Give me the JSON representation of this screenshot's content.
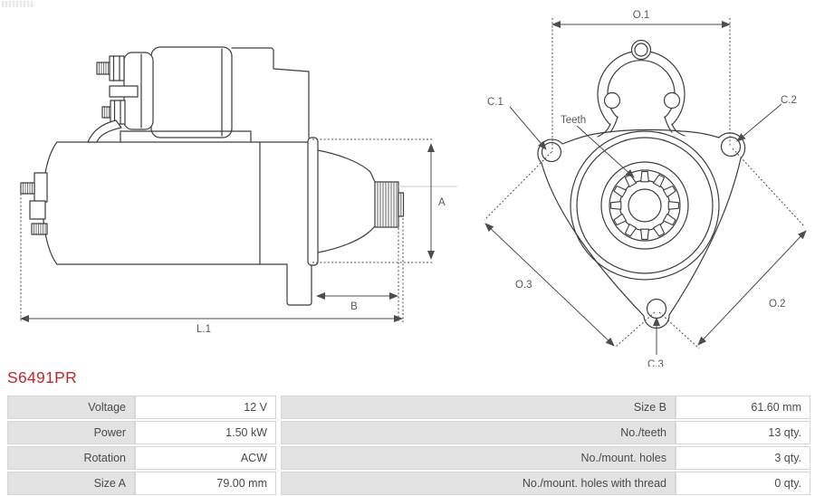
{
  "part_number": "S6491PR",
  "colors": {
    "accent_red": "#c5242e",
    "label_cell_bg": "#e3e3e3",
    "line_color": "#3d3d3d"
  },
  "diagram": {
    "side_view": {
      "dim_a": "A",
      "dim_b": "B",
      "dim_l1": "L.1"
    },
    "front_view": {
      "dim_o1": "O.1",
      "dim_o2": "O.2",
      "dim_o3": "O.3",
      "hole_c1": "C.1",
      "hole_c2": "C.2",
      "hole_c3": "C.3",
      "teeth_label": "Teeth"
    }
  },
  "spec_table": {
    "left": [
      {
        "label": "Voltage",
        "value": "12 V"
      },
      {
        "label": "Power",
        "value": "1.50 kW"
      },
      {
        "label": "Rotation",
        "value": "ACW"
      },
      {
        "label": "Size A",
        "value": "79.00 mm"
      }
    ],
    "right": [
      {
        "label": "Size B",
        "value": "61.60 mm"
      },
      {
        "label": "No./teeth",
        "value": "13 qty."
      },
      {
        "label": "No./mount. holes",
        "value": "3 qty."
      },
      {
        "label": "No./mount. holes with thread",
        "value": "0 qty."
      }
    ]
  }
}
